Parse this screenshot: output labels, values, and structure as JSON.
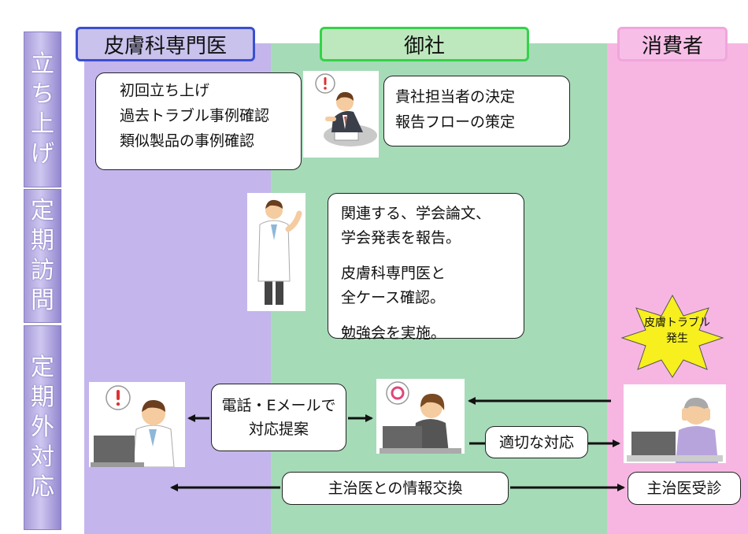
{
  "columns": {
    "dermatologist": "皮膚科専門医",
    "our_company": "御社",
    "consumer": "消費者"
  },
  "phases": {
    "startup": [
      "立",
      "ち",
      "上",
      "げ"
    ],
    "regular_visit": [
      "定",
      "期",
      "訪",
      "問"
    ],
    "off_schedule": [
      "定",
      "期",
      "外",
      "対",
      "応"
    ]
  },
  "startup": {
    "derm_tasks": [
      "初回立ち上げ",
      "過去トラブル事例確認",
      "類似製品の事例確認"
    ],
    "company_tasks": [
      "貴社担当者の決定",
      "報告フローの策定"
    ]
  },
  "regular_visit": {
    "lines_a": [
      "関連する、学会論文、",
      "学会発表を報告。"
    ],
    "lines_b": [
      "皮膚科専門医と",
      "全ケース確認。"
    ],
    "lines_c": [
      "勉強会を実施。"
    ]
  },
  "off_schedule": {
    "trouble_lines": [
      "皮膚トラブル",
      "発生"
    ],
    "phone_lines": [
      "電話・Eメールで",
      "対応提案"
    ],
    "proper_response": "適切な対応",
    "info_exchange": "主治医との情報交換",
    "visit_doctor": "主治医受診"
  },
  "icons": {
    "exclamation": "exclamation-bubble-icon",
    "circle": "circle-bubble-icon"
  },
  "colors": {
    "derm_bg": "#c4b6ec",
    "company_bg": "#a6dbb8",
    "consumer_bg": "#f7b6e2",
    "star": "#f7ef1e"
  }
}
